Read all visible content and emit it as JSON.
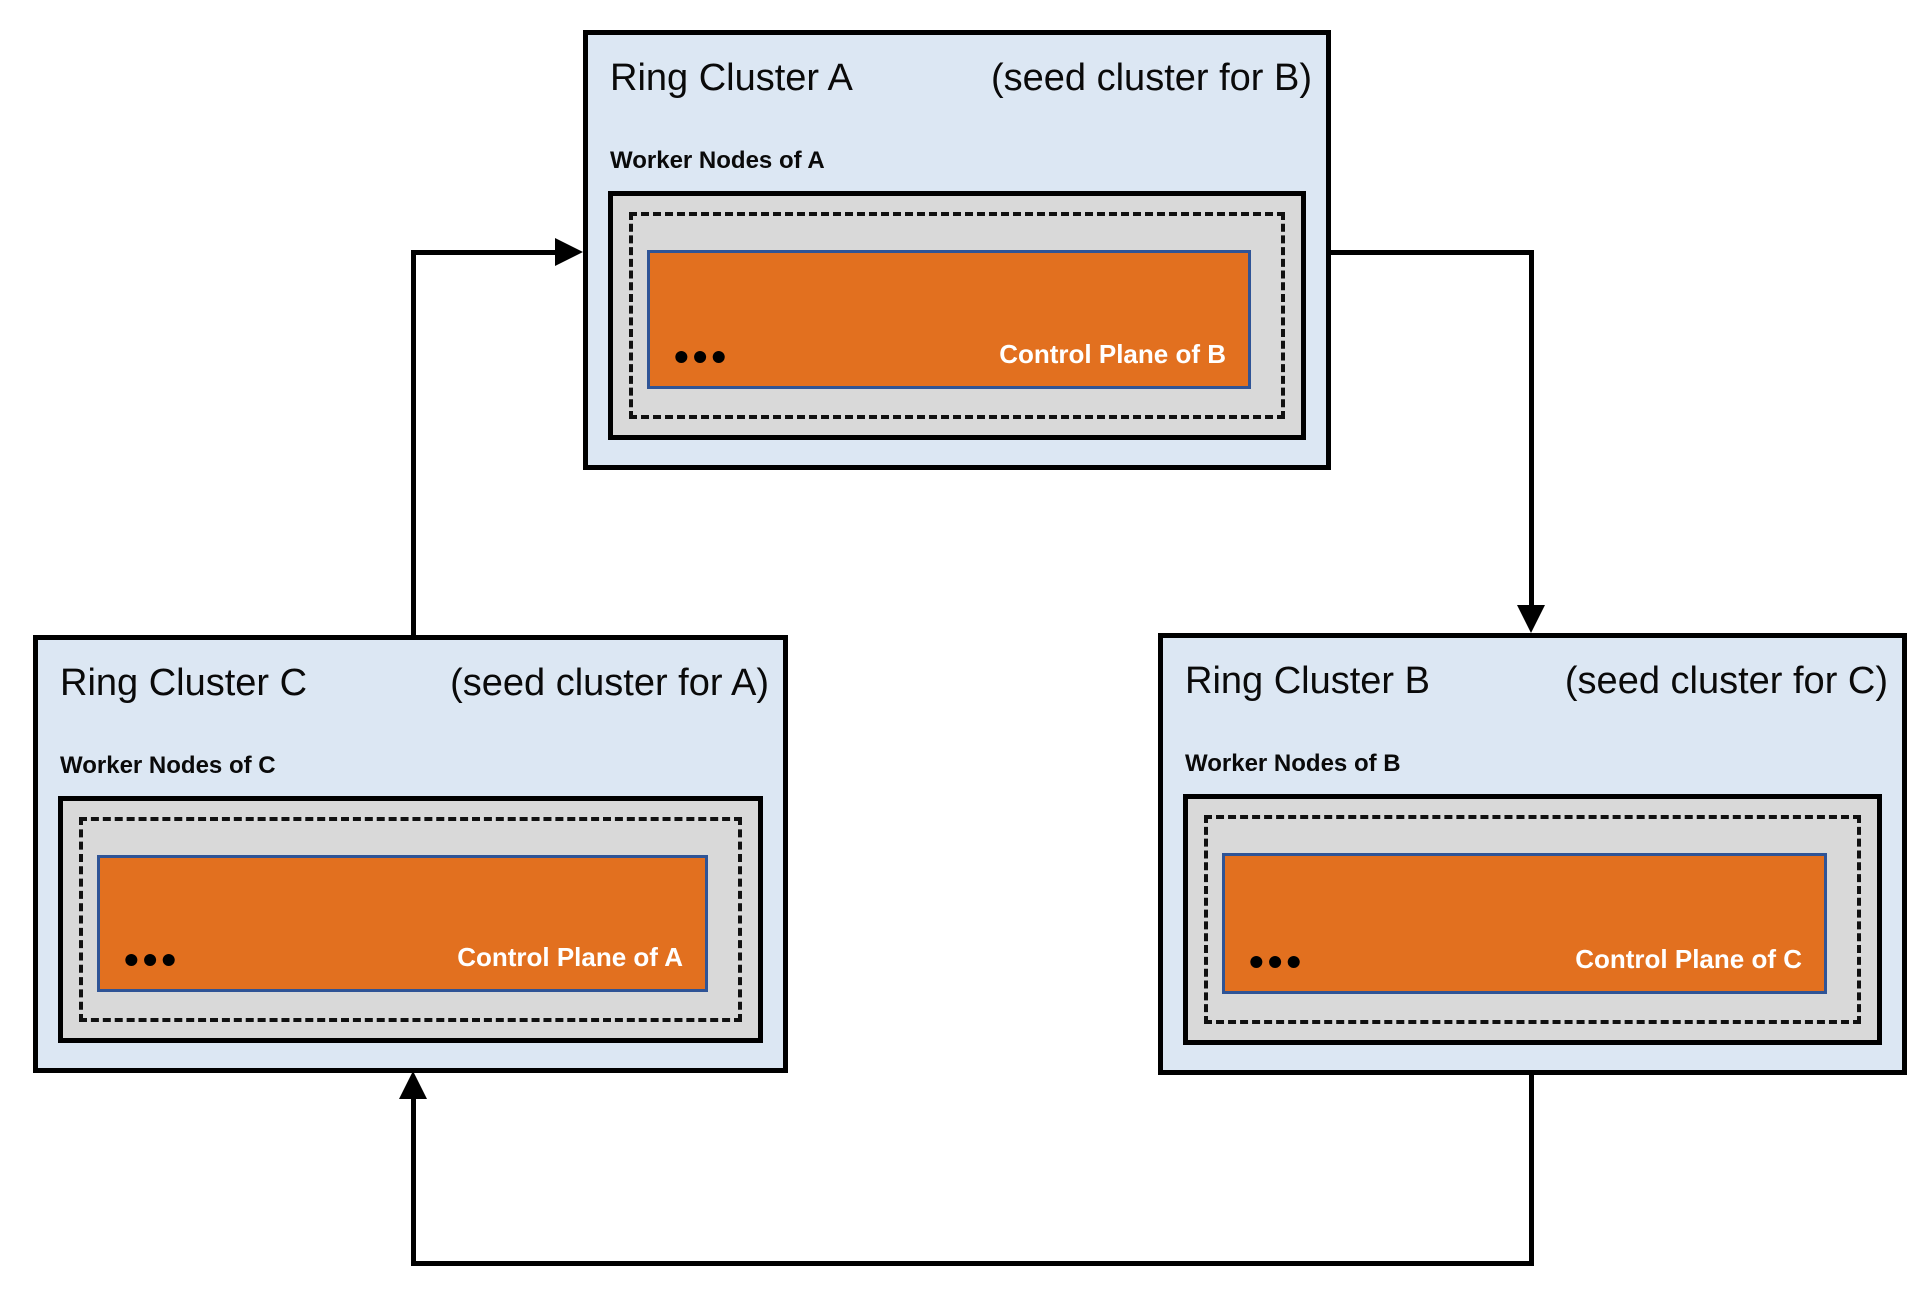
{
  "clusters": [
    {
      "id": "A",
      "title": "Ring Cluster A",
      "subtitle": "(seed cluster for B)",
      "worker_label": "Worker Nodes of A",
      "dots": "•••",
      "control_plane_label": "Control Plane of B"
    },
    {
      "id": "B",
      "title": "Ring Cluster B",
      "subtitle": "(seed cluster for C)",
      "worker_label": "Worker Nodes of B",
      "dots": "•••",
      "control_plane_label": "Control Plane of C"
    },
    {
      "id": "C",
      "title": "Ring Cluster C",
      "subtitle": "(seed cluster for A)",
      "worker_label": "Worker Nodes of C",
      "dots": "•••",
      "control_plane_label": "Control Plane of A"
    }
  ],
  "edges": [
    {
      "from": "C",
      "to": "A"
    },
    {
      "from": "A",
      "to": "B"
    },
    {
      "from": "B",
      "to": "C"
    }
  ],
  "colors": {
    "cluster_bg": "#dce7f3",
    "worker_bg": "#d9d9d9",
    "control_plane_bg": "#e2701f",
    "control_plane_border": "#2f5496",
    "line": "#000000",
    "control_plane_text": "#ffffff"
  }
}
